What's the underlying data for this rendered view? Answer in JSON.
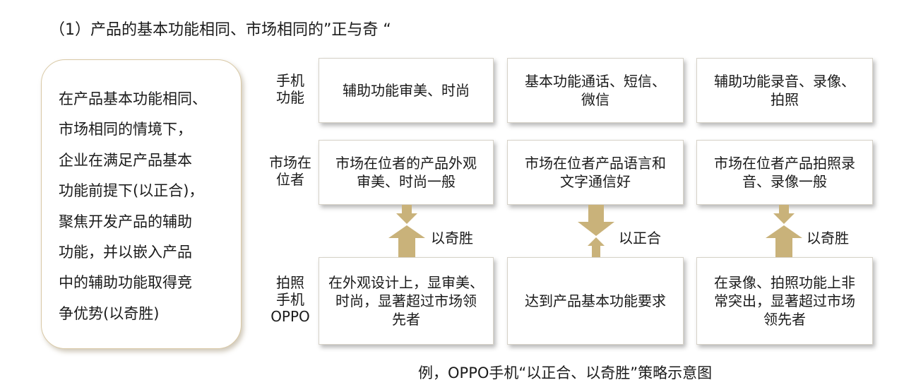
{
  "title": "（1）产品的基本功能相同、市场相同的”正与奇 “",
  "left_box": {
    "lines": [
      "在产品基本功能相同、",
      "市场相同的情境下，",
      "企业在满足产品基本",
      "功能前提下(以正合)，",
      "聚焦开发产品的辅助",
      "功能，并以嵌入产品",
      "中的辅助功能取得竞",
      "争优势(以奇胜)"
    ]
  },
  "row_labels": [
    [
      "手机",
      "功能"
    ],
    [
      "市场在",
      "位者"
    ],
    [
      "拍照",
      "手机",
      "OPPO"
    ]
  ],
  "grid": [
    [
      [
        "辅助功能审美、时尚"
      ],
      [
        "基本功能通话、短信、",
        "微信"
      ],
      [
        "辅助功能录音、录像、",
        "拍照"
      ]
    ],
    [
      [
        "市场在位者的产品外观",
        "审美、时尚一般"
      ],
      [
        "市场在位者产品语言和",
        "文字通信好"
      ],
      [
        "市场在位者产品拍照录",
        "音、录像一般"
      ]
    ],
    [
      [
        "在外观设计上，显审美、",
        "时尚，显著超过市场领",
        "先者"
      ],
      [
        "达到产品基本功能要求"
      ],
      [
        "在录像、拍照功能上非",
        "常突出，显著超过市场",
        "领先者"
      ]
    ]
  ],
  "arrows": [
    {
      "label": "以奇胜",
      "type": "up",
      "icon": "up-arrow-icon"
    },
    {
      "label": "以正合",
      "type": "down",
      "icon": "down-arrow-icon"
    },
    {
      "label": "以奇胜",
      "type": "up",
      "icon": "up-arrow-icon"
    }
  ],
  "arrow_color": "#c9b27a",
  "caption": "例，OPPO手机“以正合、以奇胜”策略示意图"
}
